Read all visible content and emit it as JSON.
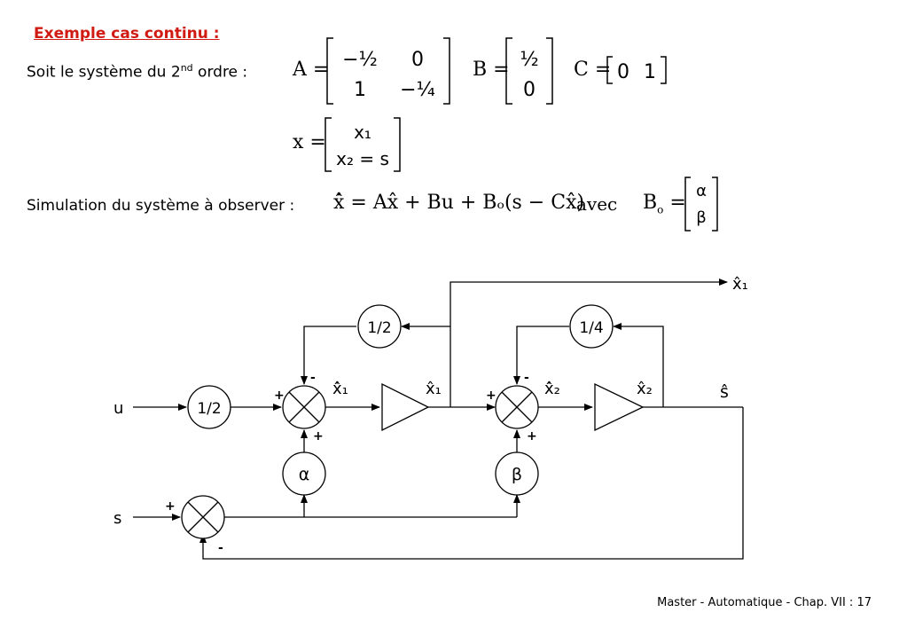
{
  "title": "Exemple cas continu :",
  "line1_label": "Soit le système du 2",
  "line1_sup": "nd",
  "line1_tail": " ordre :",
  "sim_label": "Simulation du système à observer :",
  "matrices": {
    "A_name": "A",
    "A": [
      [
        "−½",
        "0"
      ],
      [
        "1",
        "−¼"
      ]
    ],
    "B_name": "B",
    "B": [
      "½",
      "0"
    ],
    "C_name": "C",
    "C": [
      "0",
      "1"
    ],
    "x_name": "x",
    "x": [
      "x₁",
      "x₂ = s"
    ],
    "Bo_name": "B",
    "Bo_sub": "o",
    "Bo": [
      "α",
      "β"
    ]
  },
  "observer_eq": "x̂̇ = Ax̂ + Bu + Bₒ(s − Cx̂)",
  "avec": "avec",
  "diagram": {
    "input_u": "u",
    "input_s": "s",
    "gain_in": "1/2",
    "gain_fb1": "1/2",
    "gain_fb2": "1/4",
    "gain_alpha": "α",
    "gain_beta": "β",
    "out_x1": "x̂₁",
    "dot_x1": "x̂̇₁",
    "lbl_x1": "x̂₁",
    "dot_x2": "x̂̇₂",
    "lbl_x2": "x̂₂",
    "out_s": "ŝ",
    "sign_plus": "+",
    "sign_minus": "-"
  },
  "footer": "Master - Automatique -  Chap. VII : 17"
}
